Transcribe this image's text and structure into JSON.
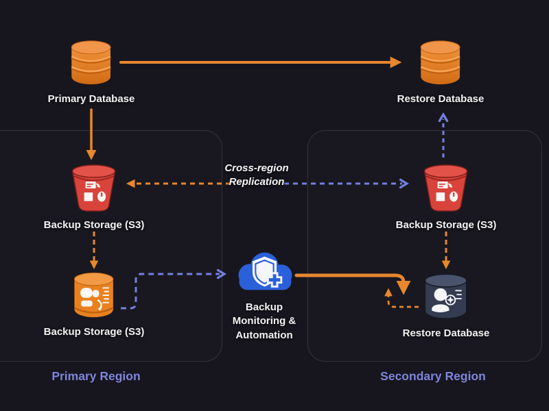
{
  "nodes": {
    "primary_database": {
      "label": "Primary Database",
      "icon": "database-icon"
    },
    "restore_database_top": {
      "label": "Restore Database",
      "icon": "database-icon"
    },
    "backup_storage_s3_primary": {
      "label": "Backup Storage (S3)",
      "icon": "s3-bucket-icon"
    },
    "backup_storage_s3_primary_2": {
      "label": "Backup Storage (S3)",
      "icon": "backup-volume-icon"
    },
    "backup_monitoring_automation": {
      "label": "Backup Monitoring & Automation",
      "icon": "cloud-shield-icon"
    },
    "backup_storage_s3_secondary": {
      "label": "Backup Storage (S3)",
      "icon": "s3-bucket-icon"
    },
    "restore_database_secondary": {
      "label": "Restore Database",
      "icon": "restore-database-icon"
    }
  },
  "regions": {
    "primary": {
      "label": "Primary Region"
    },
    "secondary": {
      "label": "Secondary Region"
    }
  },
  "annotations": {
    "cross_region_replication": "Cross-region Replication"
  },
  "colors": {
    "background": "#17161E",
    "arrow_orange": "#E8872E",
    "arrow_blue": "#7480DF",
    "region_label": "#7D85DA",
    "region_border": "#34333F",
    "cloud_blue": "#2B60DB",
    "bucket_red": "#D8443C",
    "cylinder_orange": "#E8821F",
    "cylinder_dark": "#333C50",
    "node_label": "#F2F2F2"
  }
}
